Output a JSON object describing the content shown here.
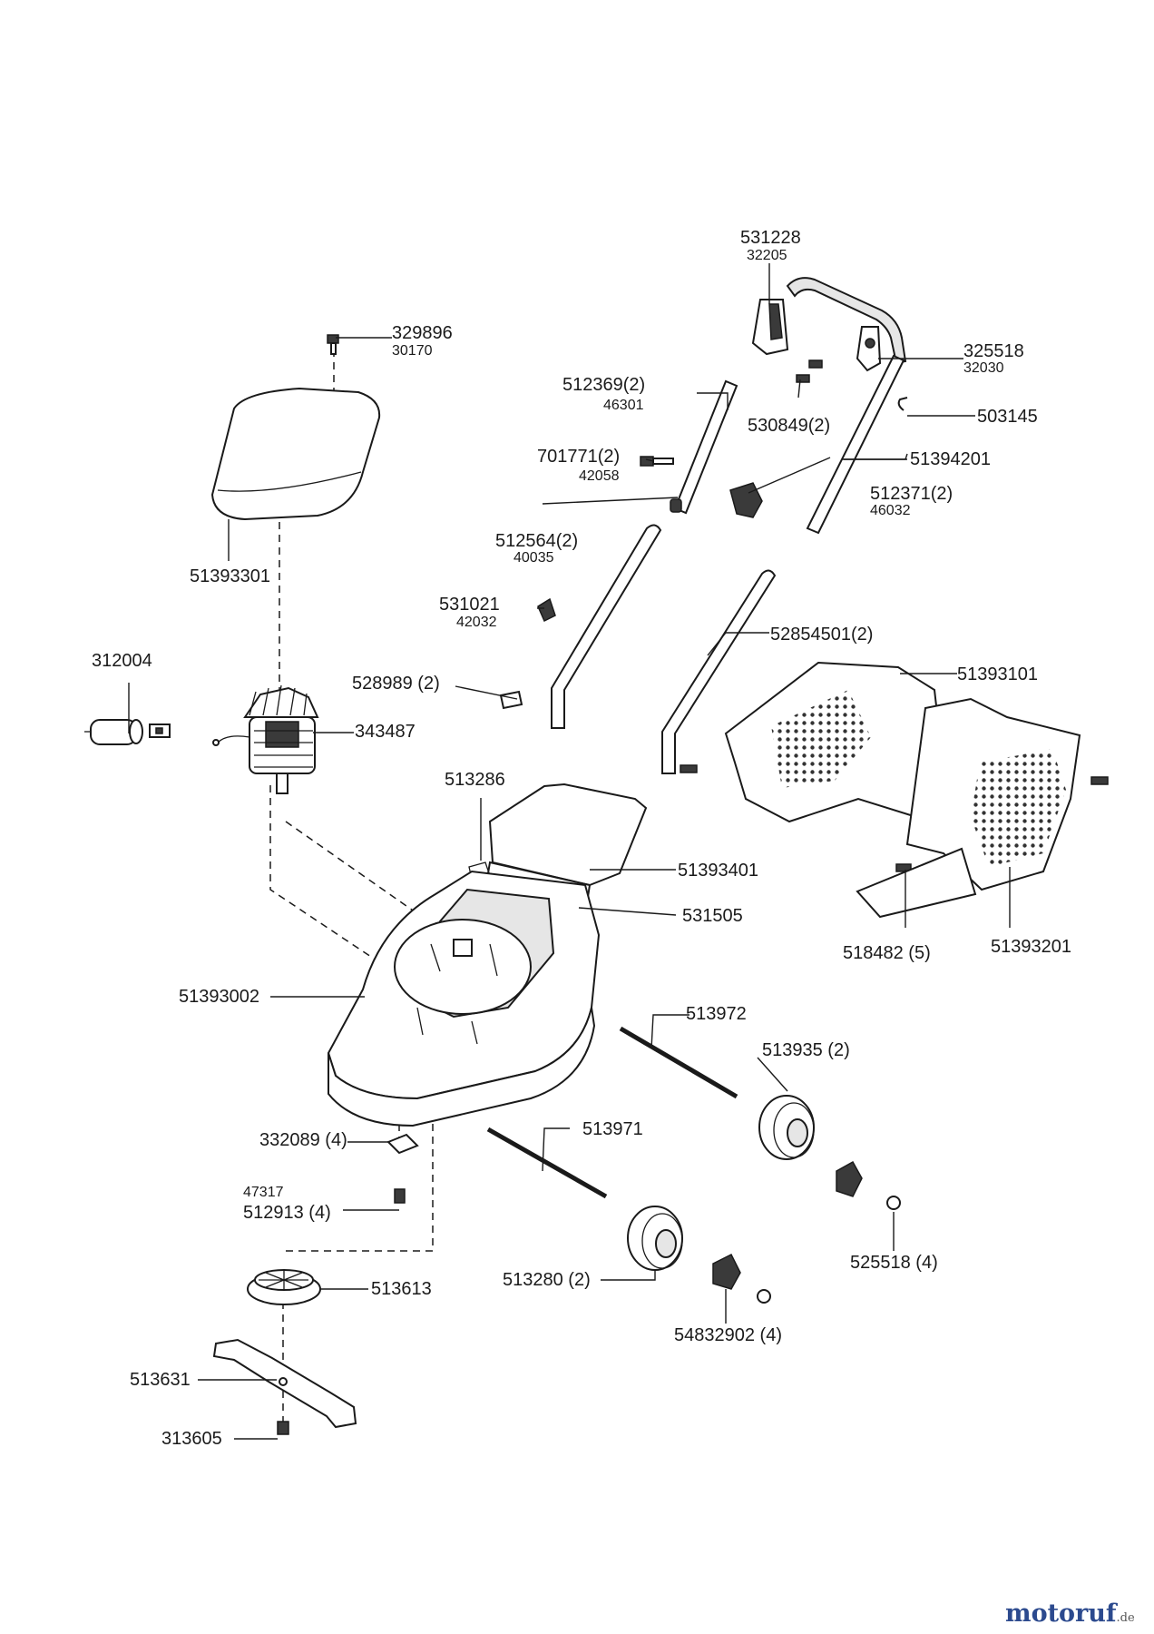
{
  "labels": {
    "l531228": "531228",
    "s32205": "32205",
    "l329896": "329896",
    "s30170": "30170",
    "l325518": "325518",
    "s32030": "32030",
    "l512369": "512369(2)",
    "s46301": "46301",
    "l530849": "530849(2)",
    "l503145": "503145",
    "l701771": "701771(2)",
    "s42058": "42058",
    "l51394201": "51394201",
    "l512371": "512371(2)",
    "s46032": "46032",
    "l512564": "512564(2)",
    "s40035": "40035",
    "l51393301": "51393301",
    "l531021": "531021",
    "s42032": "42032",
    "l52854501": "52854501(2)",
    "l312004": "312004",
    "l528989": "528989 (2)",
    "l51393101": "51393101",
    "l343487": "343487",
    "l513286": "513286",
    "l51393401": "51393401",
    "l531505": "531505",
    "l518482": "518482 (5)",
    "l51393201": "51393201",
    "l51393002": "51393002",
    "l513972": "513972",
    "l513935": "513935 (2)",
    "l332089": "332089 (4)",
    "l513971": "513971",
    "s47317": "47317",
    "l512913": "512913 (4)",
    "l525518": "525518 (4)",
    "l513613": "513613",
    "l513280": "513280 (2)",
    "l54832902": "54832902 (4)",
    "l513631": "513631",
    "l313605": "313605"
  },
  "watermark": {
    "main": "motoruf",
    "suffix": ".de"
  }
}
